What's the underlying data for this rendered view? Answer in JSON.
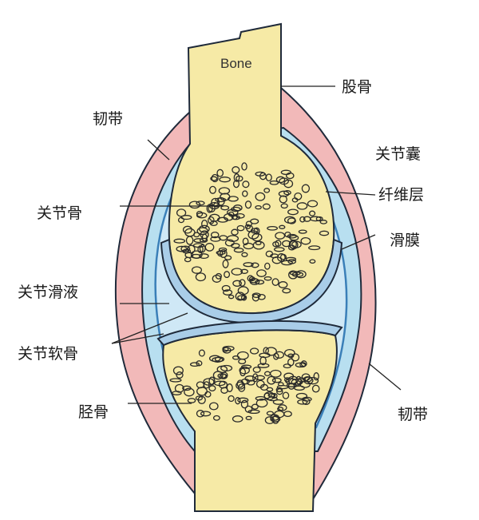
{
  "labels": {
    "bone": "Bone",
    "femur": "股骨",
    "ligament_upper": "韧带",
    "joint_capsule": "关节囊",
    "fibrous_layer": "纤维层",
    "articular_bone": "关节骨",
    "synovium": "滑膜",
    "synovial_fluid": "关节滑液",
    "articular_cartilage": "关节软骨",
    "tibia": "胫骨",
    "ligament_lower": "韧带"
  },
  "colors": {
    "bone": "#f5eaa8",
    "ligament": "#f0b5b5",
    "capsule": "#b8dff0",
    "membrane": "#6ba8d6",
    "fluid": "#cde7f5",
    "cartilage": "#a9cde8",
    "outline": "#1f2a3a"
  }
}
